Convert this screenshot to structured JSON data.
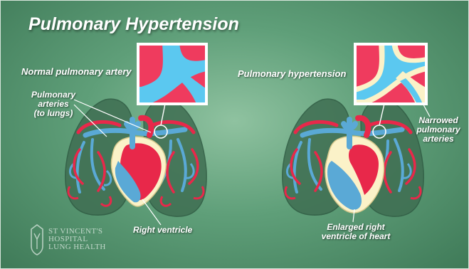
{
  "title": "Pulmonary Hypertension",
  "left_panel": {
    "heading": "Normal pulmonary artery",
    "arteries_label": [
      "Pulmonary",
      "arteries",
      "(to lungs)"
    ],
    "ventricle_label": "Right ventricle"
  },
  "right_panel": {
    "heading": "Pulmonary hypertension",
    "narrowed_label": [
      "Narrowed",
      "pulmonary",
      "arteries"
    ],
    "ventricle_label": [
      "Enlarged right",
      "ventricle of heart"
    ]
  },
  "logo": {
    "lines": [
      "ST VINCENT'S",
      "HOSPITAL",
      "LUNG HEALTH"
    ]
  },
  "colors": {
    "background": "#5f9f79",
    "lung": "#3f6e52",
    "artery_red": "#e8284a",
    "artery_blue": "#5aa9d6",
    "inset_blue": "#5bc8f0",
    "inset_pink": "#ef3b5e",
    "inset_cream": "#fbf2c8"
  }
}
